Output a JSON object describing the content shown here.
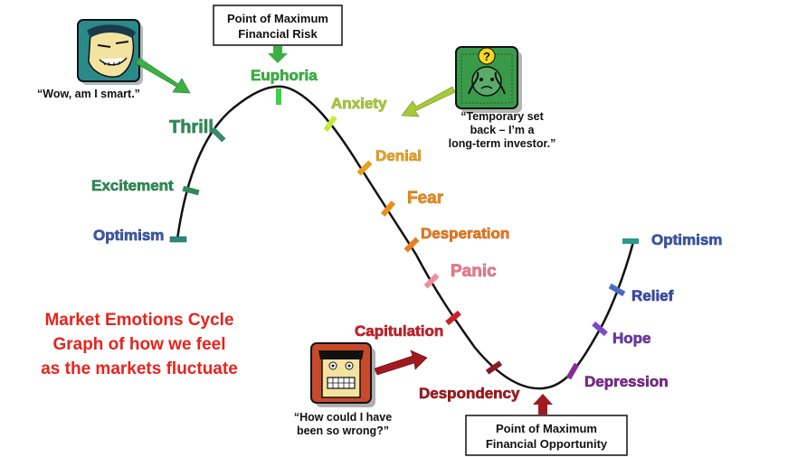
{
  "title_lines": [
    "Market Emotions Cycle",
    "Graph of how we feel",
    "as the markets fluctuate"
  ],
  "top_box": [
    "Point of Maximum",
    "Financial Risk"
  ],
  "bottom_box": [
    "Point of Maximum",
    "Financial Opportunity"
  ],
  "quotes": {
    "smart": [
      "“Wow, am I smart.”"
    ],
    "setback": [
      "“Temporary set",
      "back – I’m a",
      "long-term investor.”"
    ],
    "wrong": [
      "“How could I have",
      "been so wrong?”"
    ]
  },
  "stages": [
    {
      "label": "Optimism",
      "color": "#3a5aa8"
    },
    {
      "label": "Excitement",
      "color": "#2e8b57"
    },
    {
      "label": "Thrill",
      "color": "#2e8b57"
    },
    {
      "label": "Euphoria",
      "color": "#3cb043"
    },
    {
      "label": "Anxiety",
      "color": "#a8c838"
    },
    {
      "label": "Denial",
      "color": "#e8a020"
    },
    {
      "label": "Fear",
      "color": "#e88a1a"
    },
    {
      "label": "Desperation",
      "color": "#e8781a"
    },
    {
      "label": "Panic",
      "color": "#e87a8a"
    },
    {
      "label": "Capitulation",
      "color": "#c8202a"
    },
    {
      "label": "Despondency",
      "color": "#a01a20"
    },
    {
      "label": "Depression",
      "color": "#7a2a8a"
    },
    {
      "label": "Hope",
      "color": "#6a3aa8"
    },
    {
      "label": "Relief",
      "color": "#3a4aa8"
    },
    {
      "label": "Optimism",
      "color": "#2a8a7a"
    }
  ],
  "icons": {
    "smart": "smug-face-icon",
    "setback": "worried-face-icon",
    "wrong": "grimacing-face-icon"
  }
}
